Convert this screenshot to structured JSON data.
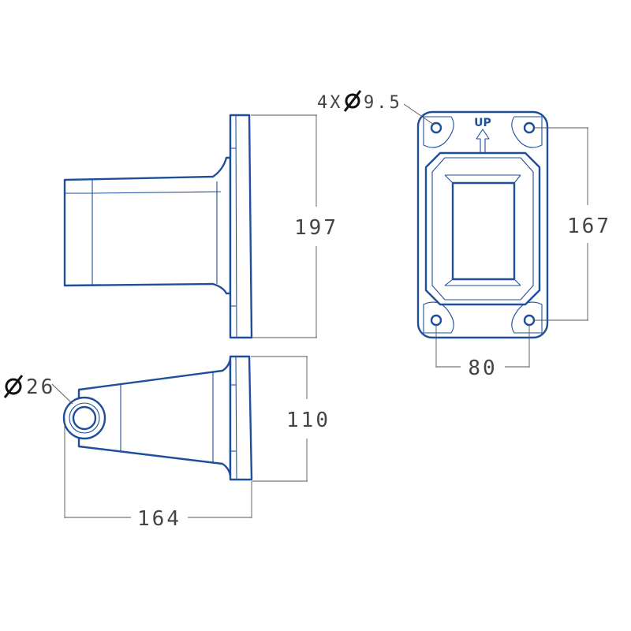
{
  "dimensions": {
    "hole_label": "4X",
    "hole_value": "9.5",
    "plate_height": "167",
    "plate_width": "80",
    "side_height": "197",
    "top_depth": "110",
    "top_length": "164",
    "arm_diameter": "26"
  },
  "marking": {
    "direction": "UP"
  },
  "colors": {
    "part_outline": "#1f4f9a",
    "dimension_line": "#555555"
  }
}
